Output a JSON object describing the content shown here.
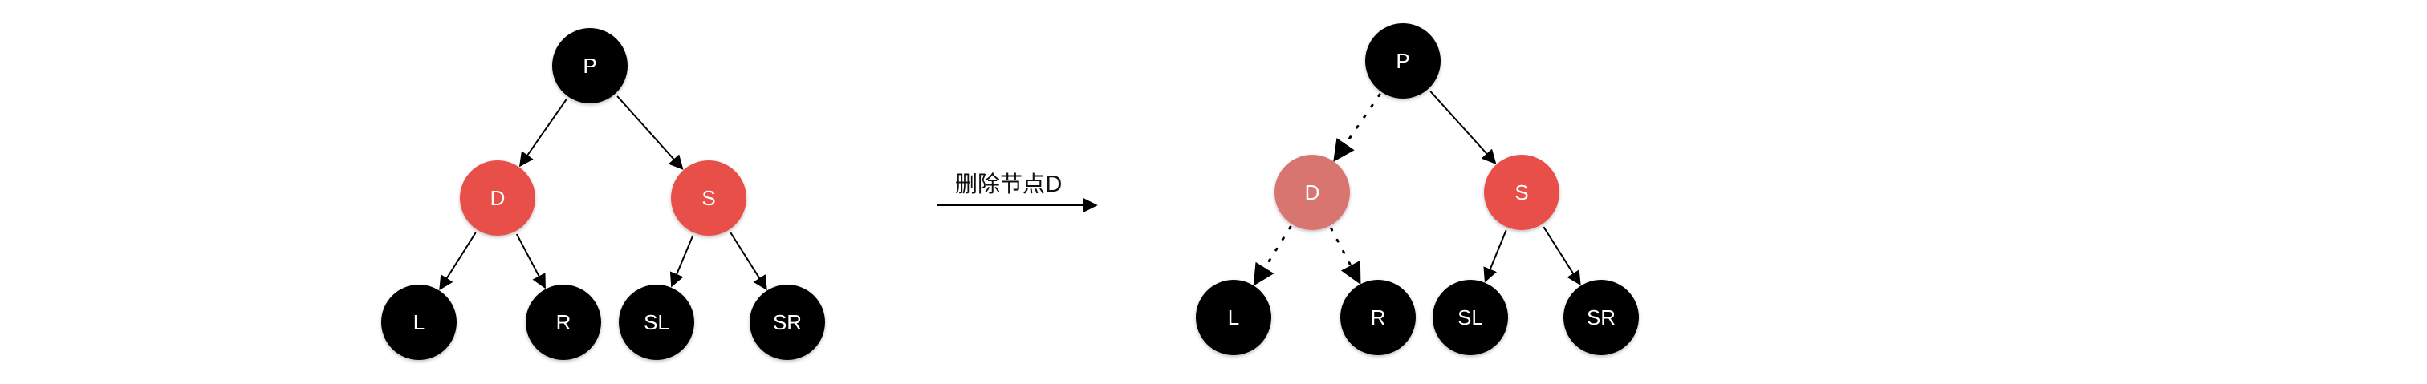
{
  "caption": "删除节点D",
  "colors": {
    "black": "#000000",
    "red": "#E8504A",
    "faded_red": "#D97470",
    "text": "#FFFFFF"
  },
  "before_tree": {
    "nodes": [
      {
        "id": "P",
        "label": "P",
        "color": "black"
      },
      {
        "id": "D",
        "label": "D",
        "color": "red"
      },
      {
        "id": "S",
        "label": "S",
        "color": "red"
      },
      {
        "id": "L",
        "label": "L",
        "color": "black"
      },
      {
        "id": "R",
        "label": "R",
        "color": "black"
      },
      {
        "id": "SL",
        "label": "SL",
        "color": "black"
      },
      {
        "id": "SR",
        "label": "SR",
        "color": "black"
      }
    ],
    "edges": [
      {
        "from": "P",
        "to": "D",
        "style": "solid"
      },
      {
        "from": "P",
        "to": "S",
        "style": "solid"
      },
      {
        "from": "D",
        "to": "L",
        "style": "solid"
      },
      {
        "from": "D",
        "to": "R",
        "style": "solid"
      },
      {
        "from": "S",
        "to": "SL",
        "style": "solid"
      },
      {
        "from": "S",
        "to": "SR",
        "style": "solid"
      }
    ]
  },
  "after_tree": {
    "nodes": [
      {
        "id": "P",
        "label": "P",
        "color": "black"
      },
      {
        "id": "D",
        "label": "D",
        "color": "faded_red"
      },
      {
        "id": "S",
        "label": "S",
        "color": "red"
      },
      {
        "id": "L",
        "label": "L",
        "color": "black"
      },
      {
        "id": "R",
        "label": "R",
        "color": "black"
      },
      {
        "id": "SL",
        "label": "SL",
        "color": "black"
      },
      {
        "id": "SR",
        "label": "SR",
        "color": "black"
      }
    ],
    "edges": [
      {
        "from": "P",
        "to": "D",
        "style": "dotted"
      },
      {
        "from": "P",
        "to": "S",
        "style": "solid"
      },
      {
        "from": "D",
        "to": "L",
        "style": "dotted"
      },
      {
        "from": "D",
        "to": "R",
        "style": "dotted"
      },
      {
        "from": "S",
        "to": "SL",
        "style": "solid"
      },
      {
        "from": "S",
        "to": "SR",
        "style": "solid"
      }
    ]
  }
}
